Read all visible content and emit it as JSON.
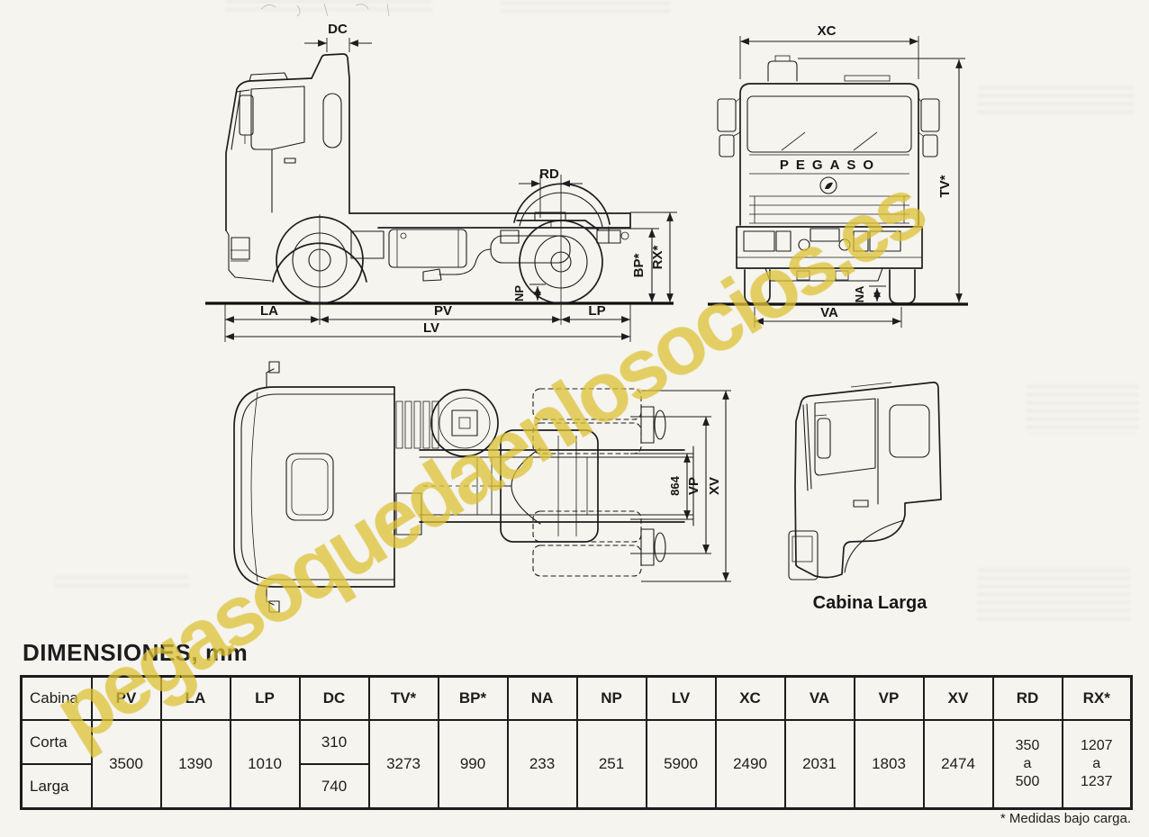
{
  "colors": {
    "paper": "#f5f4ef",
    "ink": "#1d1d1d",
    "watermark_yellow": "#e2c73a"
  },
  "watermark": {
    "text": "pegasoquedaenlosocios.es"
  },
  "heading": {
    "title": "DIMENSIONES, mm",
    "footnote": "* Medidas bajo carga."
  },
  "side_view": {
    "labels": {
      "dc": "DC",
      "rd": "RD",
      "bp": "BP*",
      "rx": "RX*",
      "np": "NP",
      "la": "LA",
      "pv": "PV",
      "lp": "LP",
      "lv": "LV"
    }
  },
  "front_view": {
    "brand": "PEGASO",
    "labels": {
      "xc": "XC",
      "tv": "TV*",
      "na": "NA",
      "va": "VA"
    }
  },
  "plan_view": {
    "labels": {
      "d864": "864",
      "vp": "VP",
      "xv": "XV"
    }
  },
  "cab_view": {
    "caption": "Cabina Larga"
  },
  "table": {
    "col_cabina": "Cabina",
    "columns": [
      "PV",
      "LA",
      "LP",
      "DC",
      "TV*",
      "BP*",
      "NA",
      "NP",
      "LV",
      "XC",
      "VA",
      "VP",
      "XV",
      "RD",
      "RX*"
    ],
    "row_labels": [
      "Corta",
      "Larga"
    ],
    "values": {
      "pv": "3500",
      "la": "1390",
      "lp": "1010",
      "dc_corta": "310",
      "dc_larga": "740",
      "tv": "3273",
      "bp": "990",
      "na": "233",
      "np": "251",
      "lv": "5900",
      "xc": "2490",
      "va": "2031",
      "vp": "1803",
      "xv": "2474",
      "rd": "350\na\n500",
      "rx": "1207\na\n1237"
    }
  }
}
